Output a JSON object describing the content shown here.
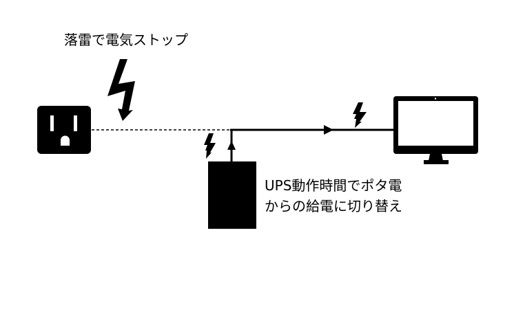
{
  "labels": {
    "lightning_stop": "落雷で電気ストップ",
    "ups_line1": "UPS動作時間でポタ電",
    "ups_line2": "からの給電に切り替え"
  },
  "colors": {
    "ink": "#000000",
    "background": "#ffffff"
  }
}
